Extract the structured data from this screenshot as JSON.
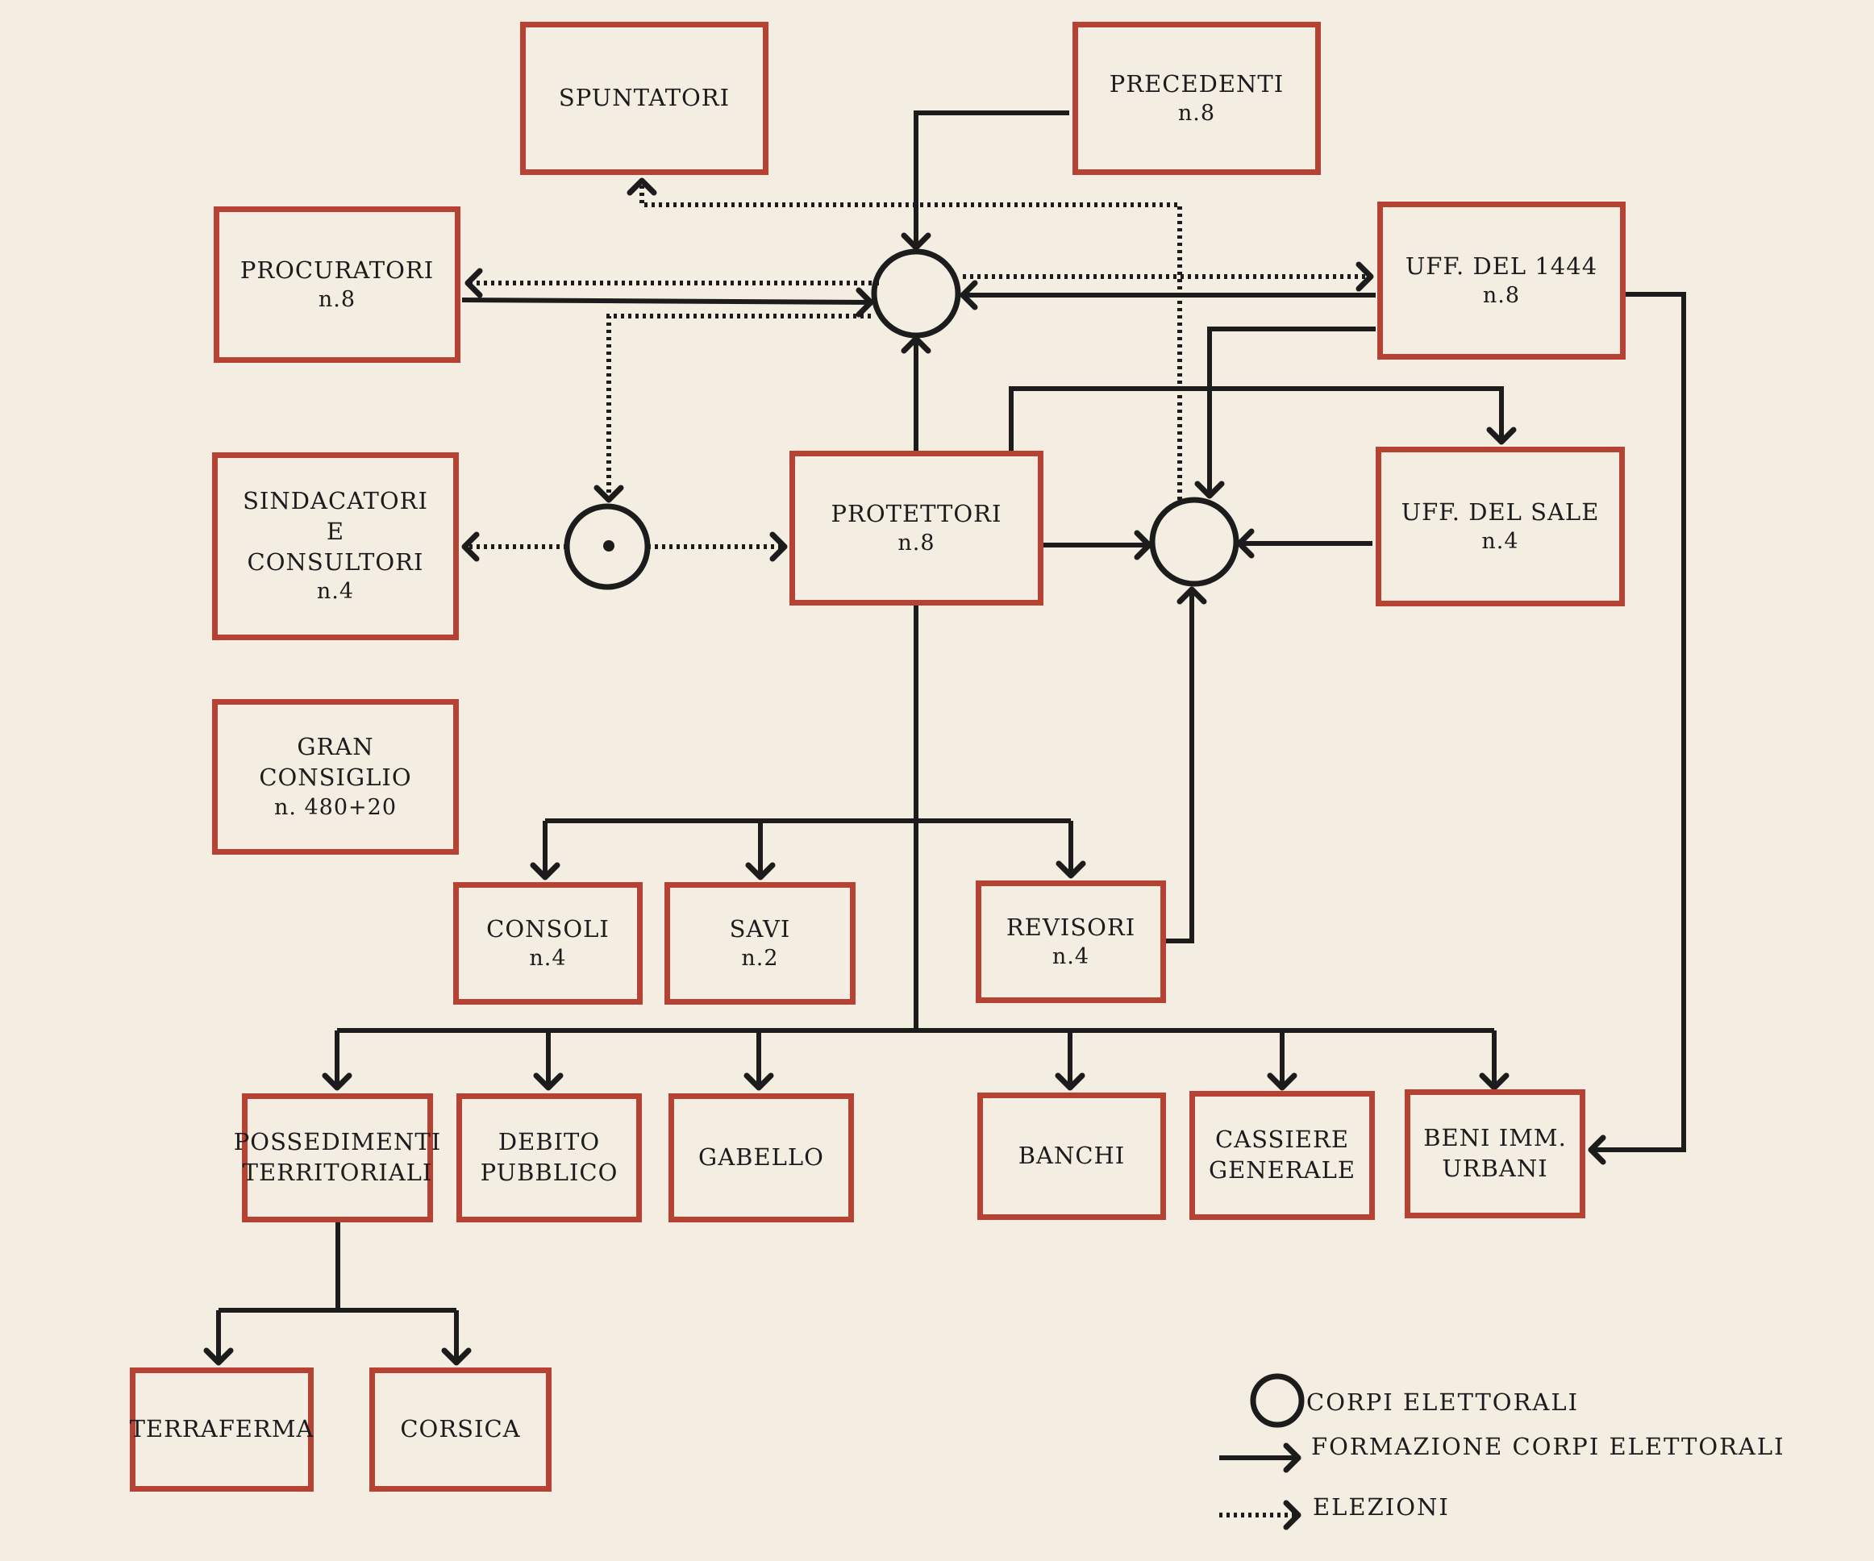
{
  "boxes": {
    "spuntatori": {
      "lines": [
        "SPUNTATORI"
      ]
    },
    "precedenti": {
      "lines": [
        "PRECEDENTI"
      ],
      "count": "n.8"
    },
    "procuratori": {
      "lines": [
        "PROCURATORI"
      ],
      "count": "n.8"
    },
    "uff1444": {
      "lines": [
        "UFF. DEL 1444"
      ],
      "count": "n.8"
    },
    "sindacatori": {
      "lines": [
        "SINDACATORI",
        "E",
        "CONSULTORI"
      ],
      "count": "n.4"
    },
    "protettori": {
      "lines": [
        "PROTETTORI"
      ],
      "count": "n.8"
    },
    "uffsale": {
      "lines": [
        "UFF. DEL SALE"
      ],
      "count": "n.4"
    },
    "gran": {
      "lines": [
        "GRAN",
        "CONSIGLIO"
      ],
      "count": "n. 480+20"
    },
    "consoli": {
      "lines": [
        "CONSOLI"
      ],
      "count": "n.4"
    },
    "savi": {
      "lines": [
        "SAVI"
      ],
      "count": "n.2"
    },
    "revisori": {
      "lines": [
        "REVISORI"
      ],
      "count": "n.4"
    },
    "possedimenti": {
      "lines": [
        "POSSEDIMENTI",
        "TERRITORIALI"
      ]
    },
    "debito": {
      "lines": [
        "DEBITO",
        "PUBBLICO"
      ]
    },
    "gabello": {
      "lines": [
        "GABELLO"
      ]
    },
    "banchi": {
      "lines": [
        "BANCHI"
      ]
    },
    "cassiere": {
      "lines": [
        "CASSIERE",
        "GENERALE"
      ]
    },
    "beni": {
      "lines": [
        "BENI IMM.",
        "URBANI"
      ]
    },
    "terraferma": {
      "lines": [
        "TERRAFERMA"
      ]
    },
    "corsica": {
      "lines": [
        "CORSICA"
      ]
    }
  },
  "legend": {
    "electoral_bodies": "CORPI ELETTORALI",
    "formation": "FORMAZIONE  CORPI  ELETTORALI",
    "elections": "ELEZIONI"
  },
  "colors": {
    "box_border": "#b64234",
    "line": "#1c1c1c",
    "background": "#f3ede2"
  }
}
